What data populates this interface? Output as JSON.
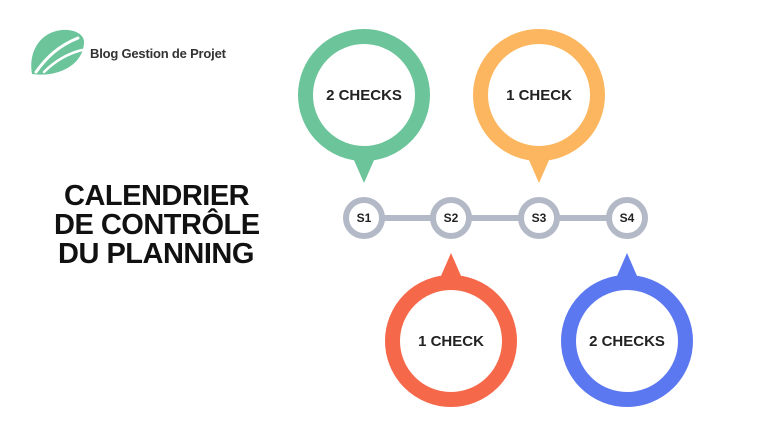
{
  "brand": {
    "name": "Blog Gestion de Projet",
    "accent": "#6cc49a"
  },
  "title": {
    "line1": "CALENDRIER",
    "line2": "DE CONTRÔLE",
    "line3": "DU PLANNING"
  },
  "timeline": {
    "line_color": "#b3b9c6",
    "node_stroke": "#b3b9c6",
    "nodes": [
      {
        "id": "s1",
        "label": "S1"
      },
      {
        "id": "s2",
        "label": "S2"
      },
      {
        "id": "s3",
        "label": "S3"
      },
      {
        "id": "s4",
        "label": "S4"
      }
    ]
  },
  "pins": [
    {
      "node": "s1",
      "label": "2 CHECKS",
      "color": "#6cc49a",
      "direction": "above"
    },
    {
      "node": "s2",
      "label": "1 CHECK",
      "color": "#f5684a",
      "direction": "below"
    },
    {
      "node": "s3",
      "label": "1 CHECK",
      "color": "#fbb65f",
      "direction": "above"
    },
    {
      "node": "s4",
      "label": "2 CHECKS",
      "color": "#5b78f0",
      "direction": "below"
    }
  ]
}
